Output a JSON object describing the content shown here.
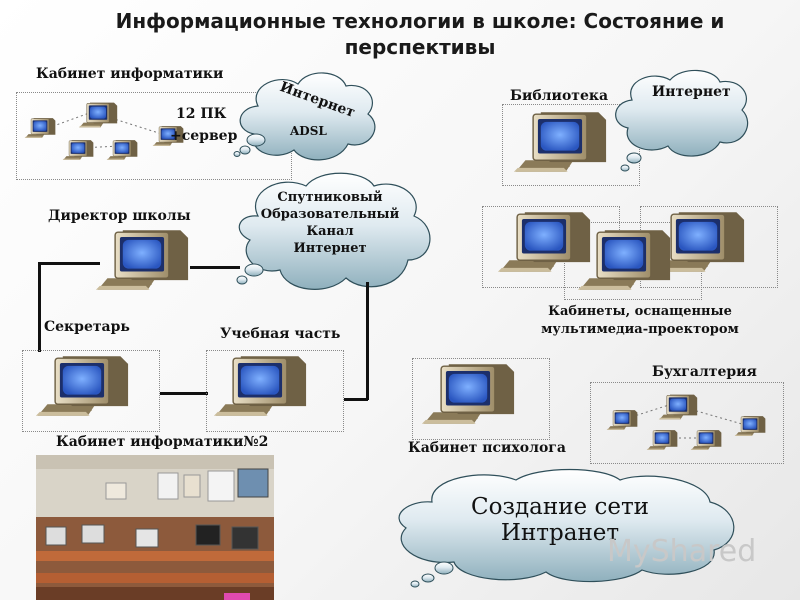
{
  "title": "Информационные технологии в школе: Состояние и перспективы",
  "labels": {
    "cabinet_inf": "Кабинет информатики",
    "pc_count": "12 ПК",
    "server": "+сервер",
    "library": "Библиотека",
    "director": "Директор школы",
    "secretary": "Секретарь",
    "study_part": "Учебная часть",
    "cabinet_inf2": "Кабинет информатики№2",
    "multimedia_1": "Кабинеты, оснащенные",
    "multimedia_2": "мультимедиа-проектором",
    "accounting": "Бухгалтерия",
    "psychologist": "Кабинет психолога"
  },
  "clouds": {
    "internet_adsl": {
      "title": "Интернет",
      "subtitle": "ADSL"
    },
    "internet_library": {
      "title": "Интернет"
    },
    "satellite": {
      "line1": "Спутниковый",
      "line2": "Образовательный",
      "line3": "Канал",
      "line4": "Интернет"
    },
    "intranet": {
      "text": "Создание сети Интранет"
    }
  },
  "watermark": "MyShared",
  "colors": {
    "cloud_top": "#ffffff",
    "cloud_bottom": "#8fb0bd",
    "screen": "#4f7bd8",
    "monitor_body": "#d1c4a5",
    "connector": "#111111"
  }
}
